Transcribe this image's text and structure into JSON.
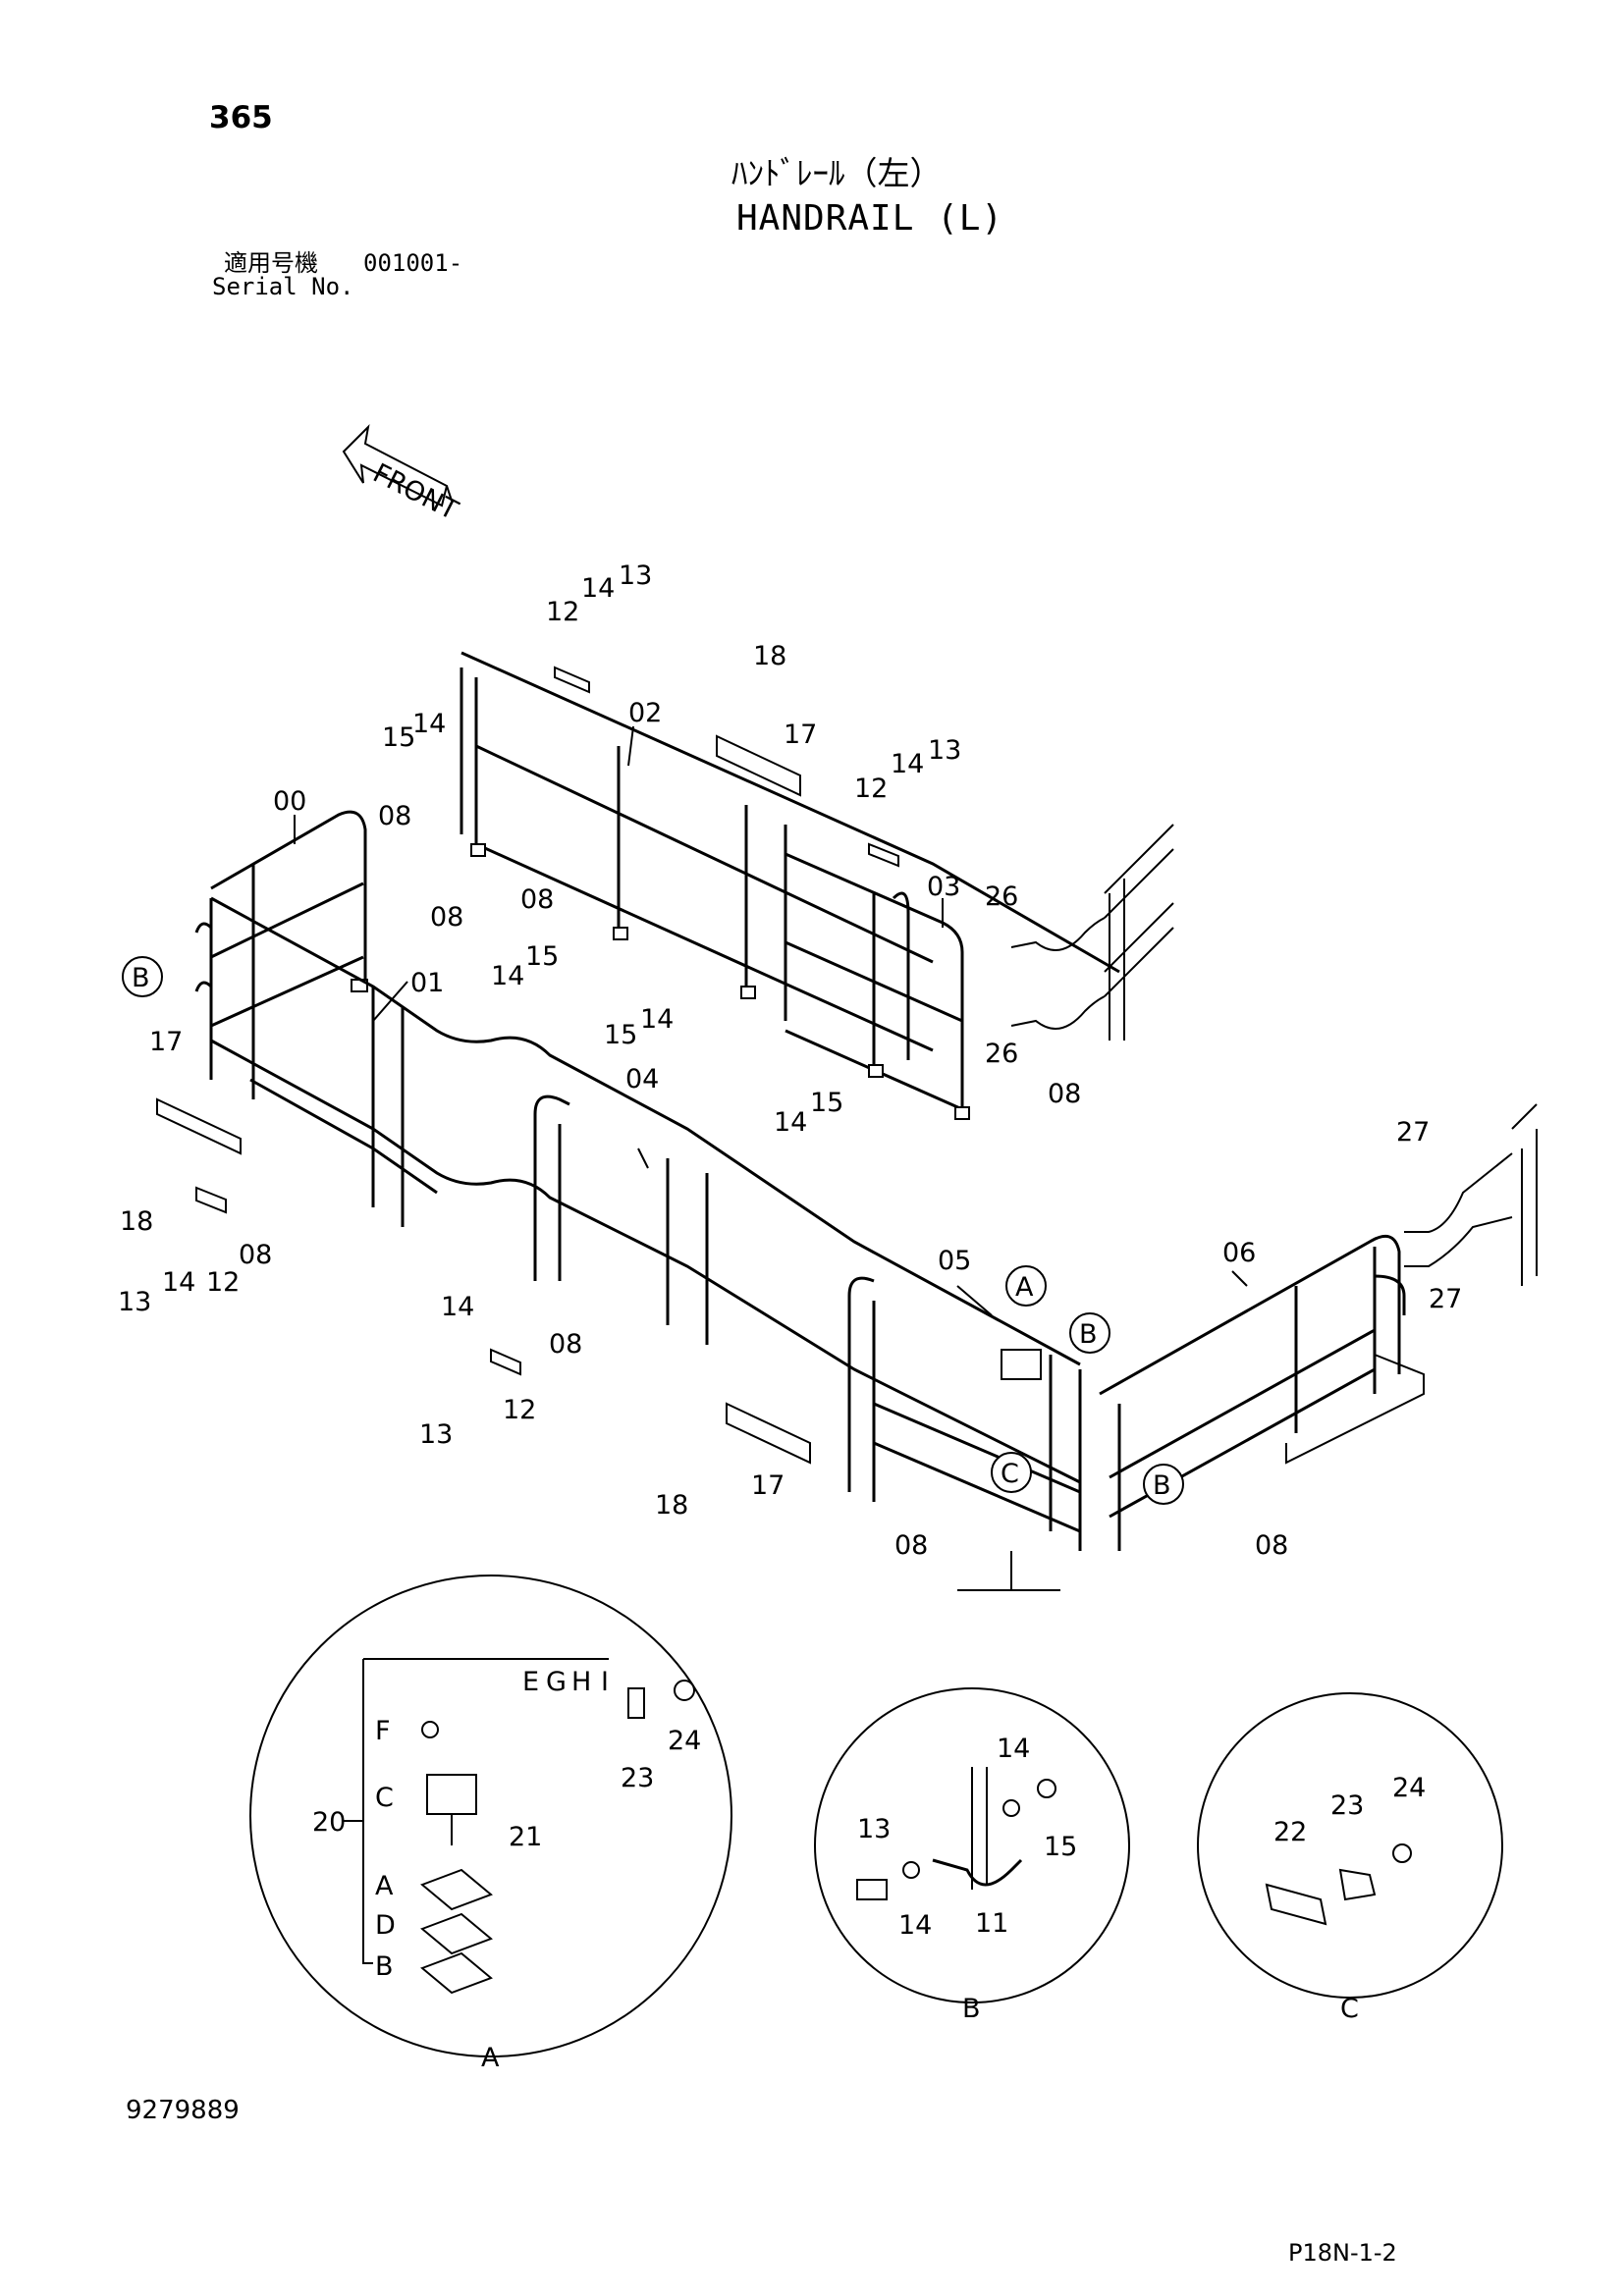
{
  "header": {
    "page_number": "365",
    "title_jp": "ﾊﾝﾄﾞﾚｰﾙ（左）",
    "title_en": "HANDRAIL (L)",
    "serial_jp_label": "適用号機",
    "serial_value": "001001-",
    "serial_en_label": "Serial No."
  },
  "diagram": {
    "front_label": "FRONT",
    "part_labels": [
      "00",
      "01",
      "02",
      "03",
      "04",
      "05",
      "06",
      "08",
      "11",
      "12",
      "13",
      "14",
      "15",
      "17",
      "18",
      "20",
      "21",
      "22",
      "23",
      "24",
      "26",
      "27"
    ],
    "callouts": [
      "A",
      "B",
      "C"
    ],
    "detail_letters": [
      "A",
      "B",
      "C",
      "D",
      "E",
      "F",
      "G",
      "H",
      "I"
    ],
    "detail_views": [
      "A",
      "B",
      "C"
    ]
  },
  "footer": {
    "doc_number": "9279889",
    "page_code": "P18N-1-2"
  }
}
